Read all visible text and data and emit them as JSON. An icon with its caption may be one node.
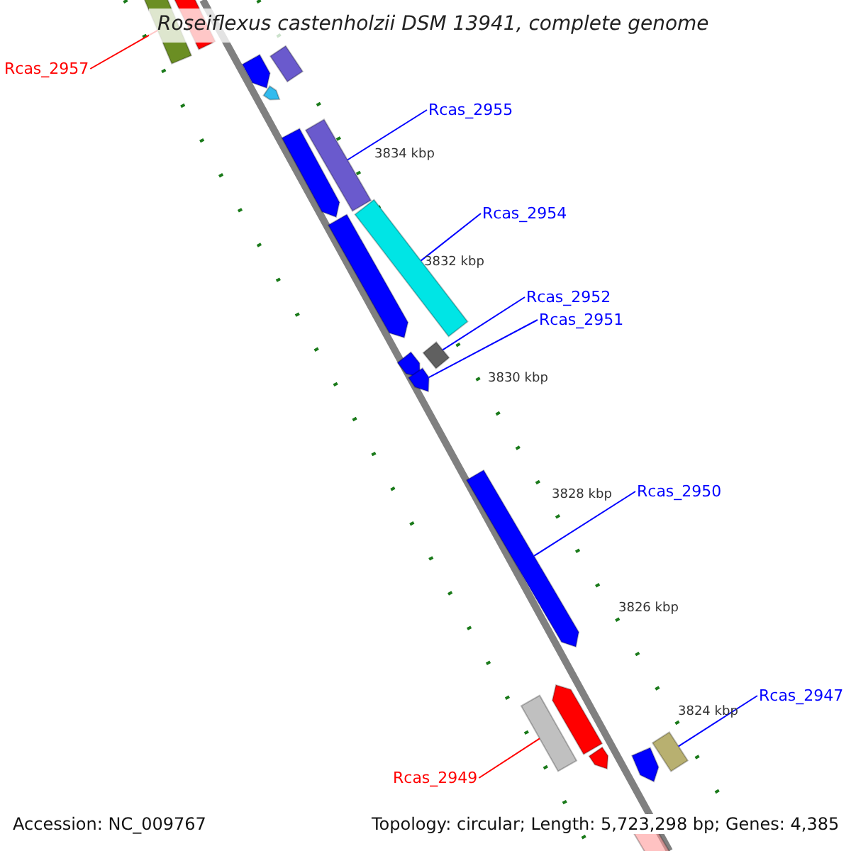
{
  "diagram": {
    "title": "Roseiflexus castenholzii DSM 13941, complete genome",
    "nodes": [
      {
        "text": [
          "Rcas_2957"
        ]
      },
      {
        "text": [],
        "shape": "box"
      },
      {
        "text": [],
        "shape": "box"
      },
      {
        "text": [],
        "shape": "arrow"
      },
      {
        "text": [],
        "shape": "box"
      },
      {
        "text": [],
        "shape": "arrow"
      },
      {
        "text": [
          "Rcas_2955"
        ]
      },
      {
        "text": [],
        "shape": "arrow"
      },
      {
        "text": [],
        "shape": "box"
      },
      {
        "text": [
          "Rcas_2954"
        ]
      },
      {
        "text": [],
        "shape": "arrow"
      },
      {
        "text": [],
        "shape": "box"
      },
      {
        "text": [
          "Rcas_2952"
        ]
      },
      {
        "text": [
          "Rcas_2951"
        ]
      },
      {
        "text": [],
        "shape": "box"
      },
      {
        "text": [],
        "shape": "arrow"
      },
      {
        "text": [],
        "shape": "arrow"
      },
      {
        "text": [
          "Rcas_2950"
        ]
      },
      {
        "text": [],
        "shape": "arrow"
      },
      {
        "text": [],
        "shape": "box"
      },
      {
        "text": [],
        "shape": "arrow"
      },
      {
        "text": [],
        "shape": "arrow"
      },
      {
        "text": [
          "Rcas_2949"
        ]
      },
      {
        "text": [
          "Rcas_2947"
        ]
      },
      {
        "text": [],
        "shape": "arrow"
      },
      {
        "text": [],
        "shape": "box"
      },
      {
        "text": [],
        "shape": "box"
      }
    ],
    "edges": [
      {
        "from": 0,
        "to": 1,
        "arrow": "none",
        "color": "#ff0000"
      },
      {
        "from": 6,
        "to": 8,
        "arrow": "none"
      },
      {
        "from": 9,
        "to": 11,
        "arrow": "none"
      },
      {
        "from": 12,
        "to": 14,
        "arrow": "none"
      },
      {
        "from": 13,
        "to": 16,
        "arrow": "none"
      },
      {
        "from": 17,
        "to": 18,
        "arrow": "none"
      },
      {
        "from": 22,
        "to": 19,
        "arrow": "none",
        "color": "#ff0000"
      },
      {
        "from": 23,
        "to": 25,
        "arrow": "none"
      }
    ],
    "labels": [
      "3834 kbp",
      "3832 kbp",
      "3830 kbp",
      "3828 kbp",
      "3826 kbp",
      "3824 kbp",
      "Accession: NC_009767",
      "Topology: circular; Length: 5,723,298 bp; Genes: 4,385"
    ]
  }
}
